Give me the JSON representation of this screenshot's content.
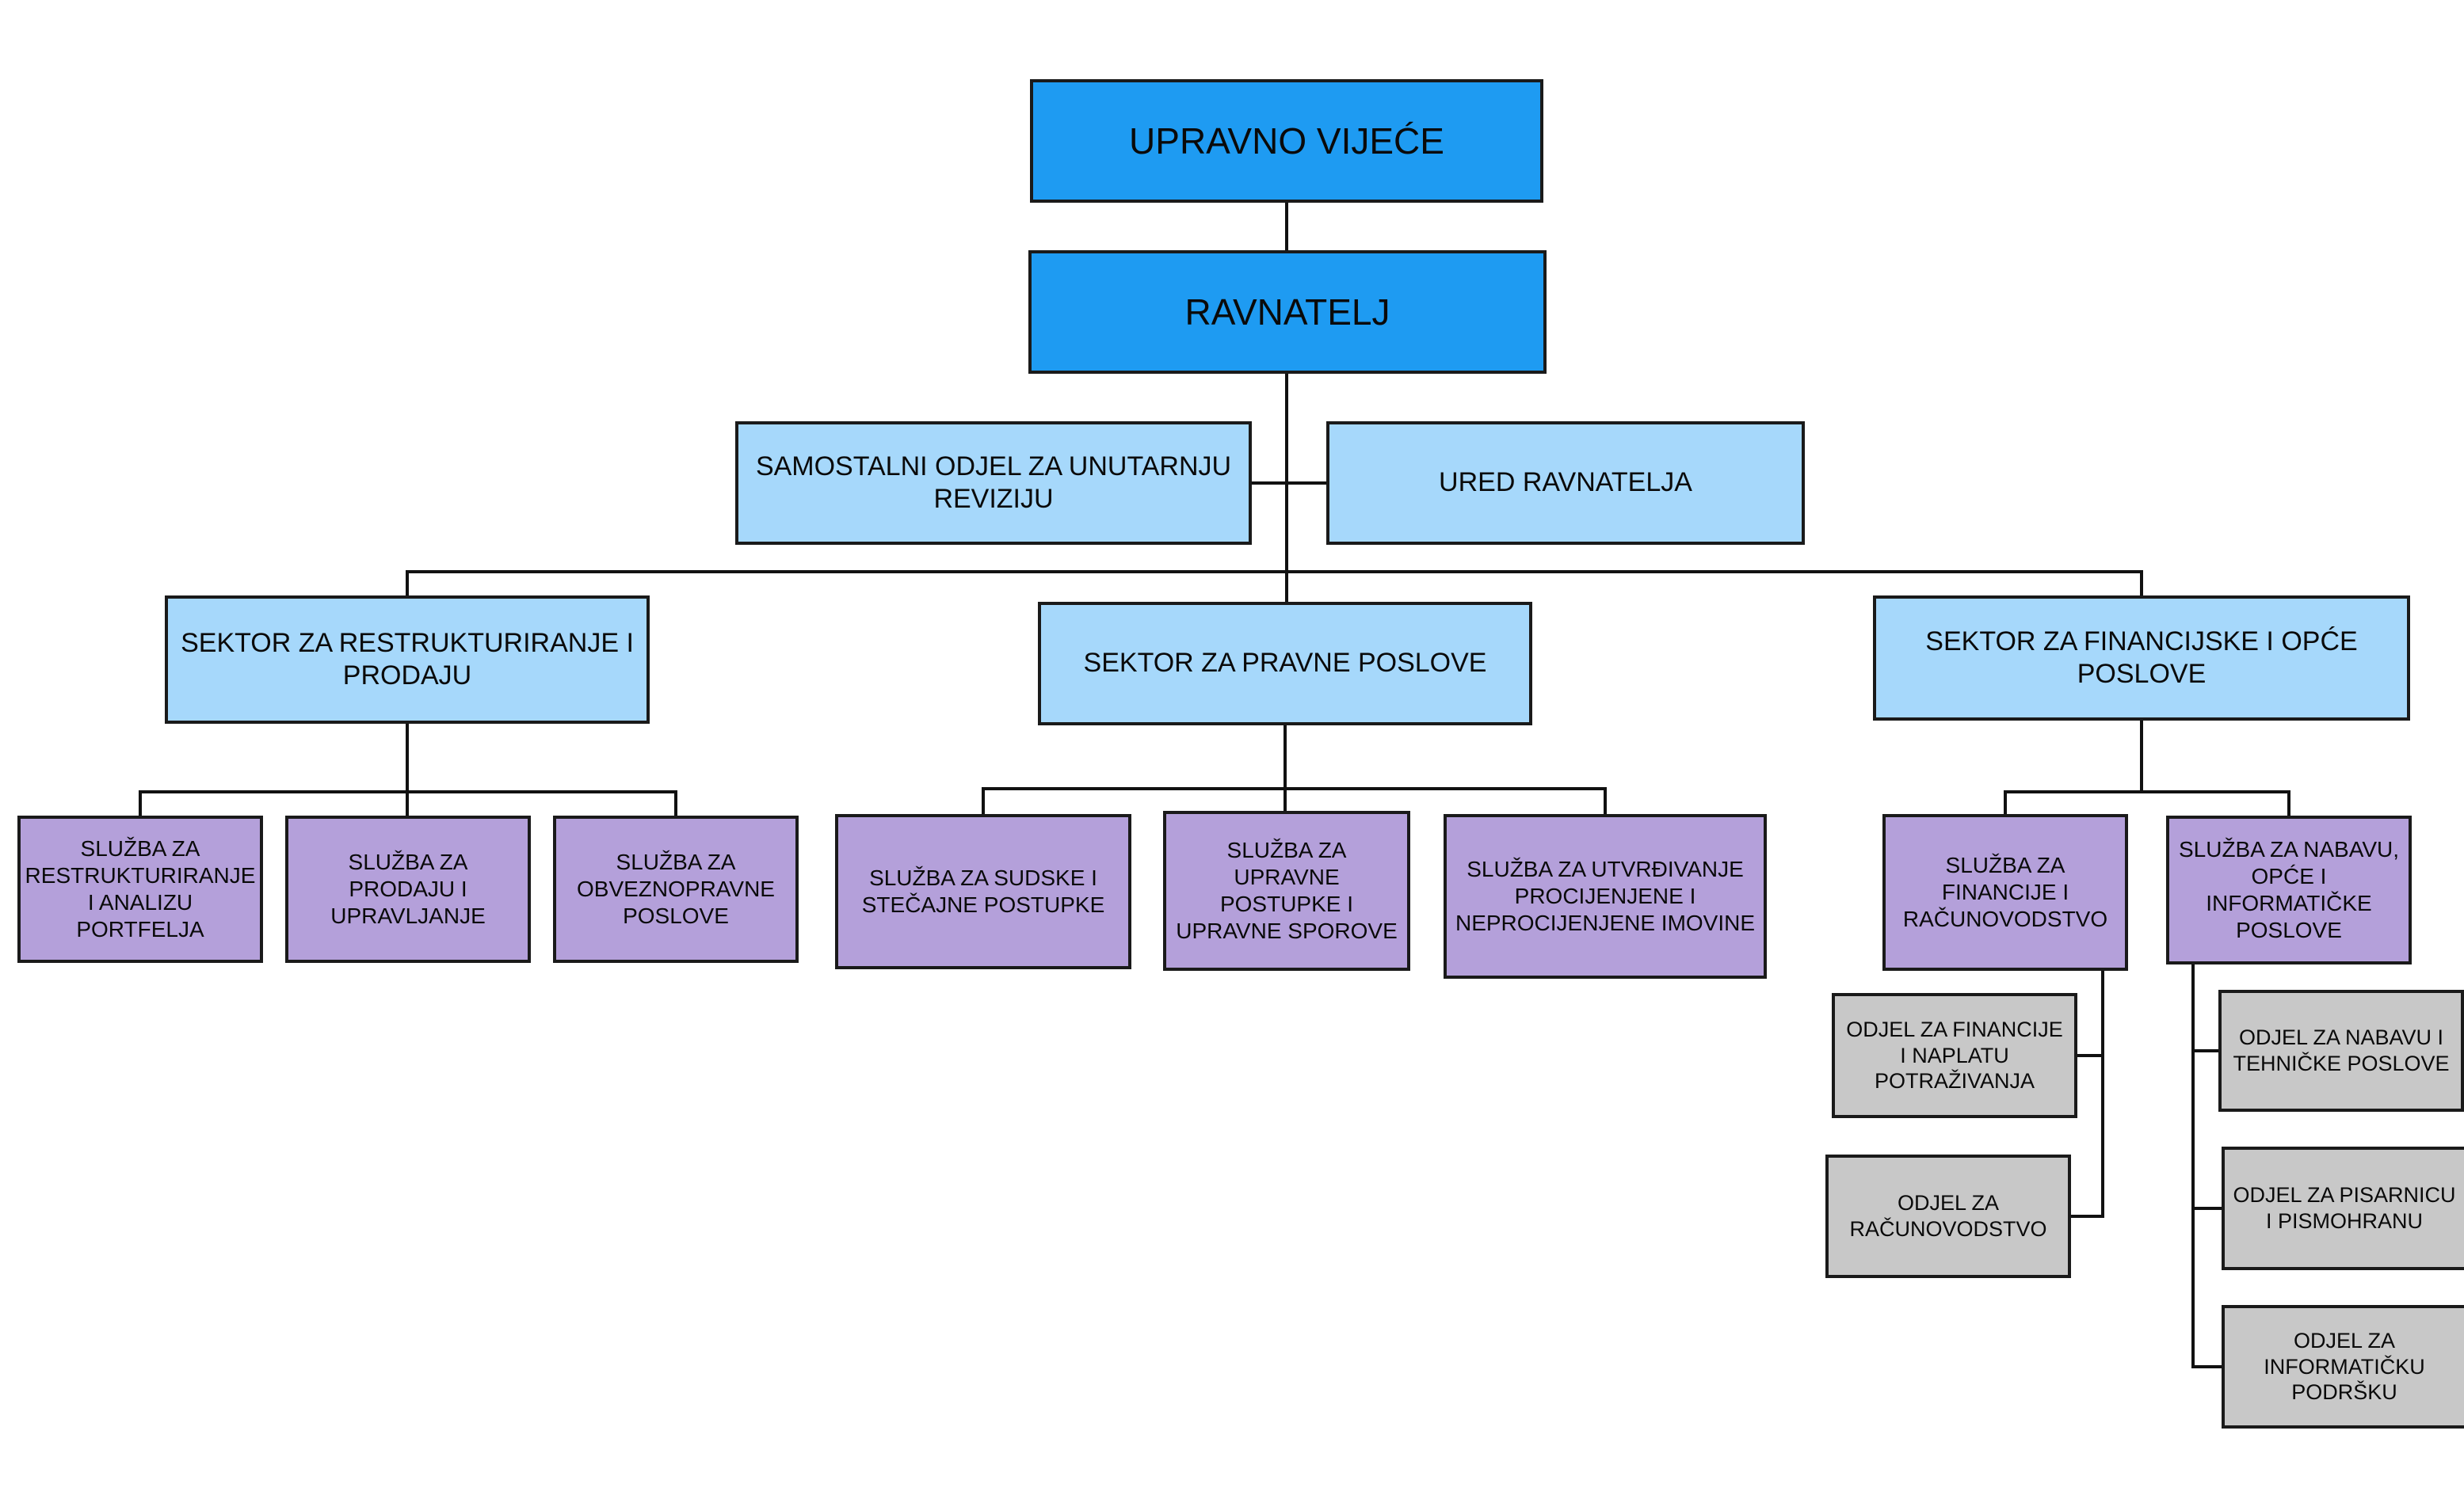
{
  "colors": {
    "level1": "#1e9bf2",
    "level2": "#a6d8fb",
    "level3": "#b4a0da",
    "level4": "#c8c8c8",
    "line": "#111111"
  },
  "nodes": {
    "upravno_vijece": "UPRAVNO VIJEĆE",
    "ravnatelj": "RAVNATELJ",
    "samostalni_odjel": "SAMOSTALNI ODJEL ZA UNUTARNJU REVIZIJU",
    "ured_ravnatelja": "URED RAVNATELJA",
    "sektor_restrukturiranje": "SEKTOR ZA RESTRUKTURIRANJE I PRODAJU",
    "sektor_pravni": "SEKTOR ZA PRAVNE POSLOVE",
    "sektor_financijski": "SEKTOR ZA FINANCIJSKE I OPĆE POSLOVE",
    "sluzba_restrukturiranje": "SLUžBA ZA RESTRUKTURIRANJE I ANALIZU PORTFELJA",
    "sluzba_prodaju": "SLUžBA ZA PRODAJU I UPRAVLJANJE",
    "sluzba_obveznopravne": "SLUžBA ZA OBVEZNOPRAVNE POSLOVE",
    "sluzba_sudske": "SLUžBA ZA SUDSKE I STEČAJNE POSTUPKE",
    "sluzba_upravne": "SLUžBA ZA UPRAVNE POSTUPKE I UPRAVNE SPOROVE",
    "sluzba_utvrdivanje": "SLUžBA ZA UTVRĐIVANJE PROCIJENJENE I NEPROCIJENJENE IMOVINE",
    "sluzba_financije": "SLUžBA ZA FINANCIJE I RAČUNOVODSTVO",
    "sluzba_nabavu": "SLUžBA ZA NABAVU, OPĆE I INFORMATIČKE POSLOVE",
    "odjel_financije": "ODJEL ZA FINANCIJE I NAPLATU POTRAŽIVANJA",
    "odjel_racunovodstvo": "ODJEL ZA RAČUNOVODSTVO",
    "odjel_nabavu": "ODJEL ZA NABAVU I TEHNIČKE POSLOVE",
    "odjel_pisarnicu": "ODJEL ZA PISARNICU I PISMOHRANU",
    "odjel_informaticku": "ODJEL ZA INFORMATIČKU PODRŠKU"
  }
}
